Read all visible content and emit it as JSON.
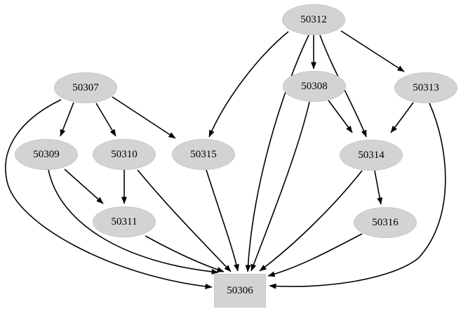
{
  "graph": {
    "type": "directed-graph",
    "background": "#ffffff",
    "node_fill": "#d3d3d3",
    "edge_color": "#000000",
    "text_color": "#000000",
    "nodes": [
      {
        "id": "50312",
        "label": "50312",
        "shape": "ellipse"
      },
      {
        "id": "50307",
        "label": "50307",
        "shape": "ellipse"
      },
      {
        "id": "50308",
        "label": "50308",
        "shape": "ellipse"
      },
      {
        "id": "50313",
        "label": "50313",
        "shape": "ellipse"
      },
      {
        "id": "50309",
        "label": "50309",
        "shape": "ellipse"
      },
      {
        "id": "50310",
        "label": "50310",
        "shape": "ellipse"
      },
      {
        "id": "50315",
        "label": "50315",
        "shape": "ellipse"
      },
      {
        "id": "50314",
        "label": "50314",
        "shape": "ellipse"
      },
      {
        "id": "50311",
        "label": "50311",
        "shape": "ellipse"
      },
      {
        "id": "50316",
        "label": "50316",
        "shape": "ellipse"
      },
      {
        "id": "50306",
        "label": "50306",
        "shape": "box"
      }
    ],
    "edges": [
      {
        "from": "50312",
        "to": "50308"
      },
      {
        "from": "50312",
        "to": "50313"
      },
      {
        "from": "50312",
        "to": "50314"
      },
      {
        "from": "50312",
        "to": "50315"
      },
      {
        "from": "50312",
        "to": "50306"
      },
      {
        "from": "50307",
        "to": "50309"
      },
      {
        "from": "50307",
        "to": "50310"
      },
      {
        "from": "50307",
        "to": "50315"
      },
      {
        "from": "50307",
        "to": "50306"
      },
      {
        "from": "50308",
        "to": "50314"
      },
      {
        "from": "50308",
        "to": "50306"
      },
      {
        "from": "50313",
        "to": "50314"
      },
      {
        "from": "50313",
        "to": "50306"
      },
      {
        "from": "50309",
        "to": "50311"
      },
      {
        "from": "50309",
        "to": "50306"
      },
      {
        "from": "50310",
        "to": "50311"
      },
      {
        "from": "50310",
        "to": "50306"
      },
      {
        "from": "50311",
        "to": "50306"
      },
      {
        "from": "50315",
        "to": "50306"
      },
      {
        "from": "50314",
        "to": "50316"
      },
      {
        "from": "50314",
        "to": "50306"
      },
      {
        "from": "50316",
        "to": "50306"
      }
    ]
  }
}
